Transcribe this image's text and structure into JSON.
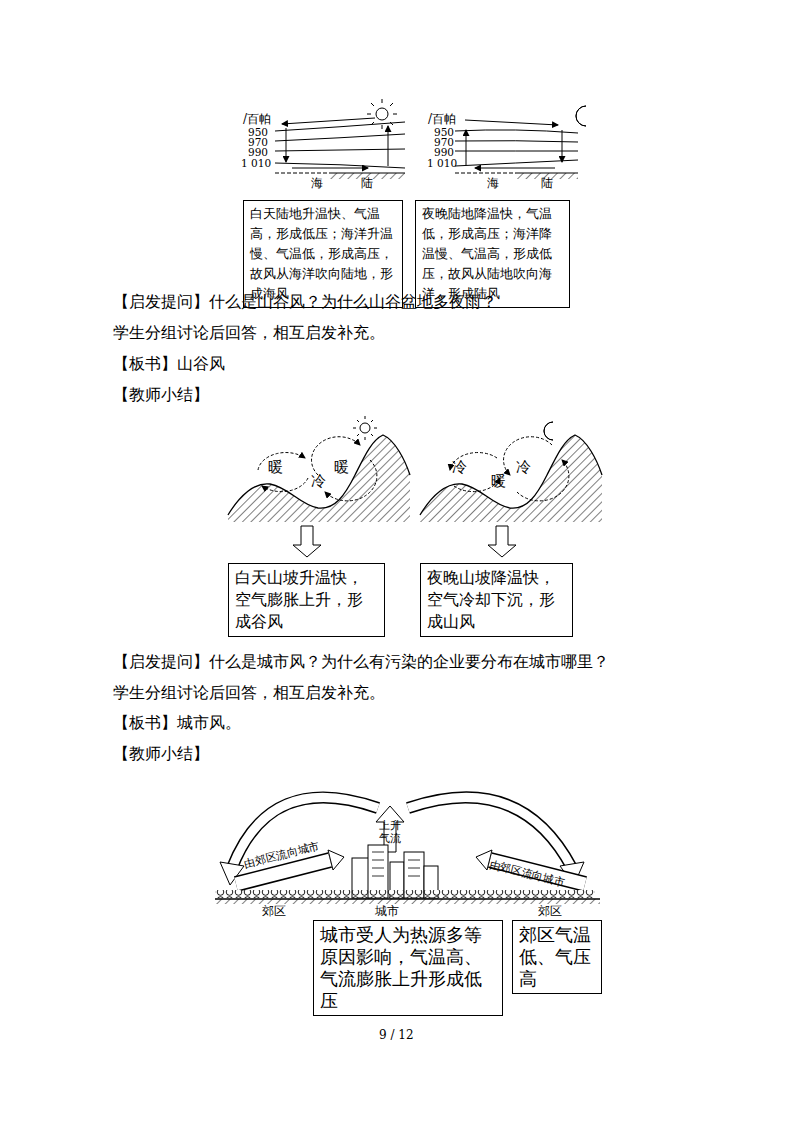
{
  "diagram": {
    "nodes": [
      {
        "text": [
          "白天陆地升温快、气温高，形成低压；海洋升温慢、气温低，形成高压，故风从海洋吹向陆地，形成海风"
        ]
      },
      {
        "text": [
          "夜晚陆地降温快，气温低，形成高压；海洋降温慢、气温高，形成低压，故风从陆地吹向海洋，形成陆风"
        ]
      },
      {
        "text": [
          "白天山坡升温快，空气膨胀上升，形成谷风"
        ]
      },
      {
        "text": [
          "夜晚山坡降温快，空气冷却下沉，形成山风"
        ]
      },
      {
        "text": [
          "城市受人为热源多等原因影响，气温高、气流膨胀上升形成低压"
        ]
      },
      {
        "text": [
          "郊区气温低、气压高"
        ]
      }
    ],
    "labels": [
      "/百帕",
      "950",
      "970",
      "990",
      "1 010",
      "海",
      "陆",
      "/百帕",
      "950",
      "970",
      "990",
      "1 010",
      "海",
      "陆",
      "【启发提问】什么是山谷风？为什么山谷盆地多夜雨？",
      "学生分组讨论后回答，相互启发补充。",
      "【板书】山谷风",
      "【教师小结】",
      "暖",
      "冷",
      "暖",
      "冷",
      "暖",
      "冷",
      "【启发提问】什么是城市风？为什么有污染的企业要分布在城市哪里？",
      "学生分组讨论后回答，相互启发补充。",
      "【板书】城市风。",
      "【教师小结】",
      "上升 气流",
      "由郊区流向城市",
      "由郊区流向城市",
      "郊区",
      "城市",
      "郊区",
      "9 / 12"
    ]
  }
}
